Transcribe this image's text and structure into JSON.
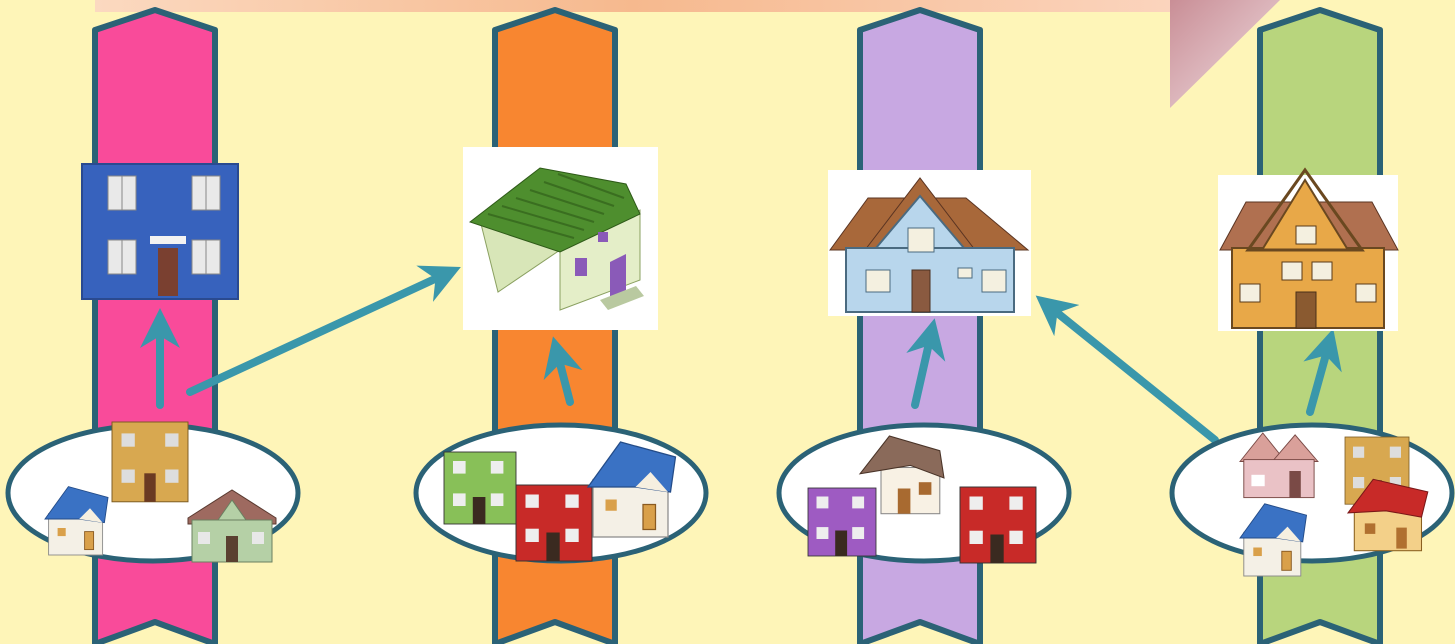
{
  "colors": {
    "background": "#fef5b8",
    "outline": "#2b6276",
    "arrow": "#3a97ab",
    "banner": "#f6c49c",
    "ribbons": [
      "#f94b9a",
      "#f88630",
      "#c8a8e2",
      "#b8d57d"
    ],
    "roof_tones": [
      "#3a72c4",
      "#c43c2c",
      "#8a6a5a",
      "#d9a09a"
    ],
    "wall_tones": [
      "#d8a850",
      "#88c058",
      "#9e5bc2",
      "#c82a28",
      "#b5d0a6"
    ]
  },
  "columns": [
    {
      "ribbon_color": "#f94b9a",
      "target": {
        "icon": "blue-two-storey-house-icon",
        "style": "flat blue facade"
      },
      "group": [
        "blue-roof-house-icon",
        "tan-two-storey-house-icon",
        "green-gabled-house-icon"
      ]
    },
    {
      "ribbon_color": "#f88630",
      "target": {
        "icon": "green-roof-3d-house-icon",
        "style": "3d green roof"
      },
      "group": [
        "green-two-storey-house-icon",
        "red-two-storey-house-icon",
        "blue-roof-house-icon"
      ]
    },
    {
      "ribbon_color": "#c8a8e2",
      "target": {
        "icon": "light-blue-sketch-house-icon",
        "style": "sketched light blue"
      },
      "group": [
        "purple-two-storey-house-icon",
        "brown-roof-house-icon",
        "red-two-storey-house-icon"
      ]
    },
    {
      "ribbon_color": "#b8d57d",
      "target": {
        "icon": "orange-sketch-house-icon",
        "style": "sketched orange"
      },
      "group": [
        "pink-sketch-house-icon",
        "tan-two-storey-house-icon",
        "blue-roof-house-icon",
        "red-roof-house-icon"
      ]
    }
  ],
  "arrows": [
    {
      "from": "group-1",
      "to": "target-1"
    },
    {
      "from": "group-1",
      "to": "target-2"
    },
    {
      "from": "group-2",
      "to": "target-2"
    },
    {
      "from": "group-3",
      "to": "target-3"
    },
    {
      "from": "group-4",
      "to": "target-3"
    },
    {
      "from": "group-4",
      "to": "target-4"
    }
  ]
}
